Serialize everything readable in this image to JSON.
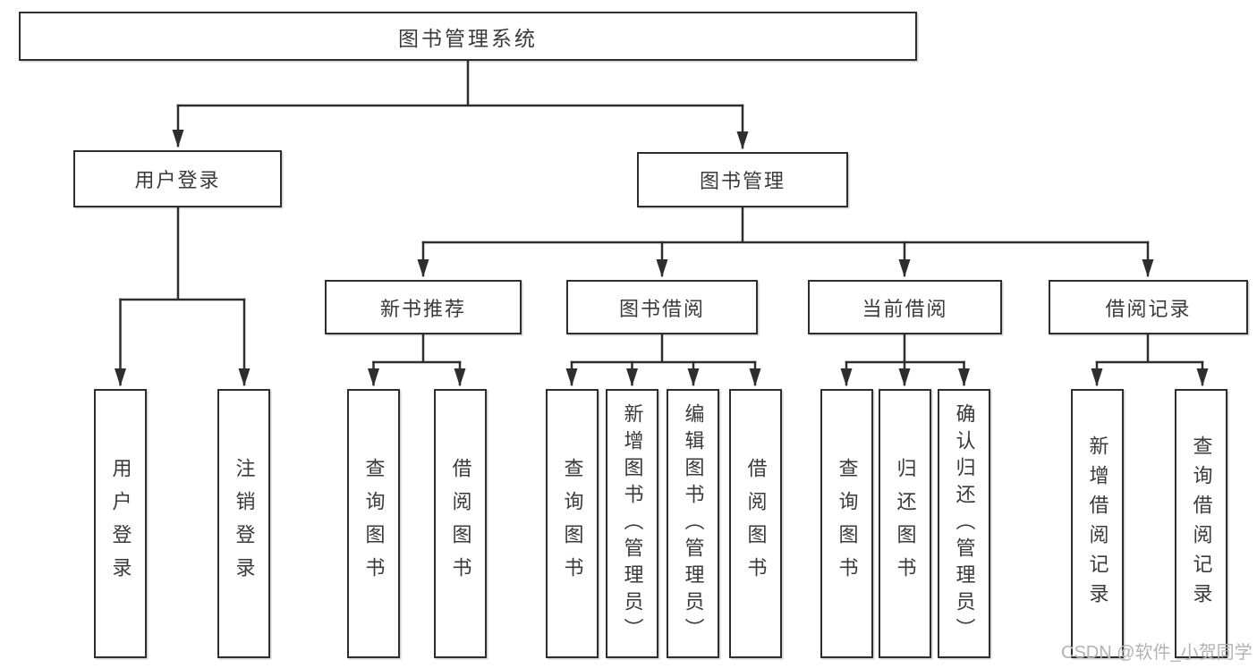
{
  "diagram": {
    "root": {
      "label": "图书管理系统"
    },
    "level2": [
      {
        "label": "用户登录"
      },
      {
        "label": "图书管理"
      }
    ],
    "level3": [
      {
        "label": "新书推荐"
      },
      {
        "label": "图书借阅"
      },
      {
        "label": "当前借阅"
      },
      {
        "label": "借阅记录"
      }
    ],
    "leaves": [
      {
        "label": "用户登录"
      },
      {
        "label": "注销登录"
      },
      {
        "label": "查询图书"
      },
      {
        "label": "借阅图书"
      },
      {
        "label": "查询图书"
      },
      {
        "label": "新增图书（管理员）"
      },
      {
        "label": "编辑图书（管理员）"
      },
      {
        "label": "借阅图书"
      },
      {
        "label": "查询图书"
      },
      {
        "label": "归还图书"
      },
      {
        "label": "确认归还（管理员）"
      },
      {
        "label": "新增借阅记录"
      },
      {
        "label": "查询借阅记录"
      }
    ],
    "watermark": "CSDN @软件_小贺同学",
    "colors": {
      "line": "#2e2e2e",
      "text": "#3a3a3a",
      "watermark": "#b3b3b3"
    }
  }
}
